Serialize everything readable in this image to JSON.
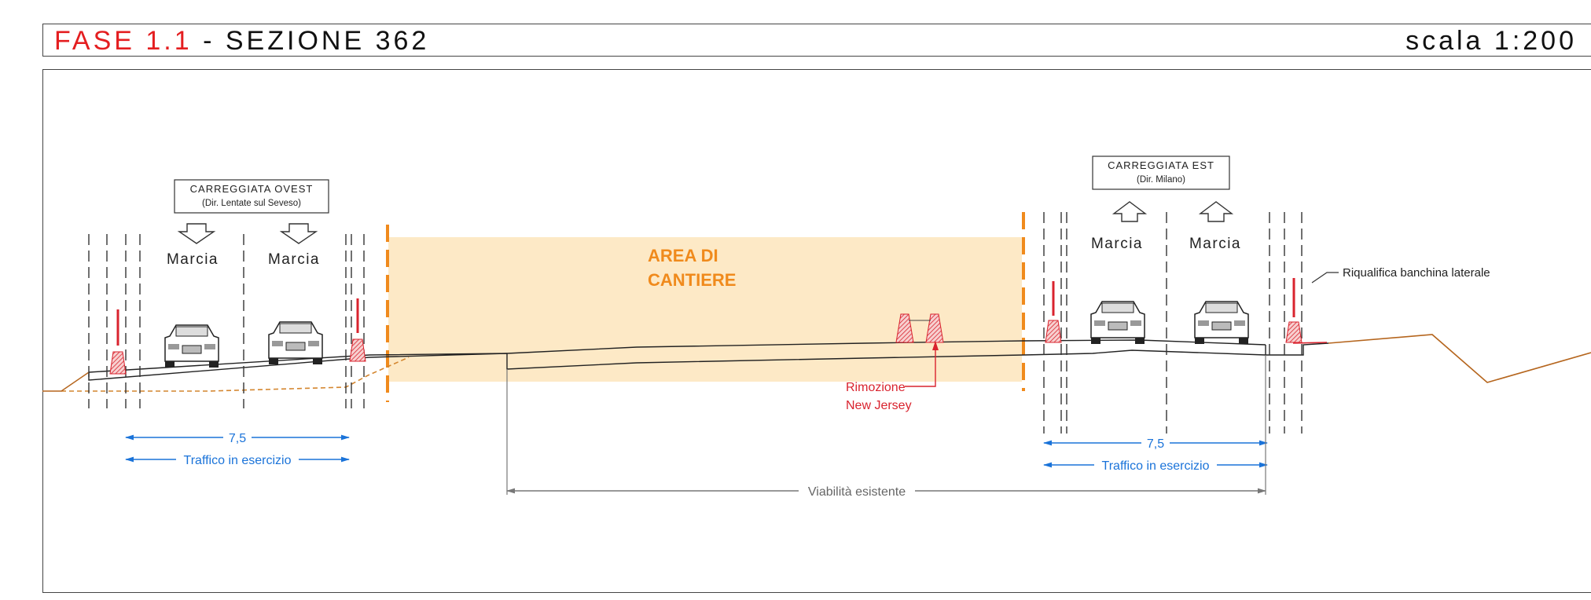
{
  "title": {
    "phase": "FASE 1.1",
    "separator": "-",
    "section": "SEZIONE 362",
    "scale": "scala 1:200"
  },
  "west": {
    "box_line1": "CARREGGIATA OVEST",
    "box_line2": "(Dir. Lentate sul Seveso)",
    "lane1": "Marcia",
    "lane2": "Marcia",
    "dim_value": "7,5",
    "dim_label": "Traffico in esercizio"
  },
  "east": {
    "box_line1": "CARREGGIATA EST",
    "box_line2": "(Dir. Milano)",
    "lane1": "Marcia",
    "lane2": "Marcia",
    "dim_value": "7,5",
    "dim_label": "Traffico in esercizio"
  },
  "work_area": {
    "line1": "AREA DI",
    "line2": "CANTIERE"
  },
  "removal": {
    "line1": "Rimozione",
    "line2": "New Jersey"
  },
  "shoulder_note": "Riqualifica banchina laterale",
  "existing_road": "Viabilità esistente",
  "colors": {
    "phase_red": "#e41e20",
    "work_area_fill": "#fde9c6",
    "work_area_edge": "#f08a1c",
    "dimension_blue": "#1a73d9",
    "barrier_red": "#d9232e",
    "ground_line": "#b5651d"
  }
}
